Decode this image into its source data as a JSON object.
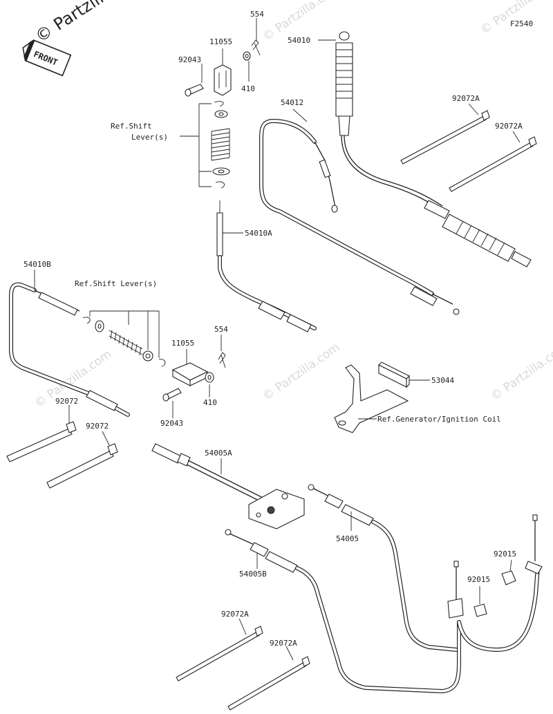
{
  "watermark": {
    "brand": "© Partzilla.com",
    "corner_logo": "© Partzilla"
  },
  "figure_code": "F2540",
  "front_badge": "FRONT",
  "labels": {
    "l554_top": "554",
    "l11055_top": "11055",
    "l92043_top": "92043",
    "l410_top": "410",
    "l54010": "54010",
    "l54012": "54012",
    "l92072A_1": "92072A",
    "l92072A_2": "92072A",
    "ref_shift_top_1": "Ref.Shift",
    "ref_shift_top_2": "Lever(s)",
    "l54010A": "54010A",
    "l54010B": "54010B",
    "ref_shift_mid": "Ref.Shift Lever(s)",
    "l554_mid": "554",
    "l11055_mid": "11055",
    "l410_mid": "410",
    "l92043_mid": "92043",
    "l53044": "53044",
    "ref_generator": "Ref.Generator/Ignition Coil",
    "l92072_1": "92072",
    "l92072_2": "92072",
    "l54005A": "54005A",
    "l54005": "54005",
    "l54005B": "54005B",
    "l92015_1": "92015",
    "l92015_2": "92015",
    "l92072A_3": "92072A",
    "l92072A_4": "92072A"
  }
}
